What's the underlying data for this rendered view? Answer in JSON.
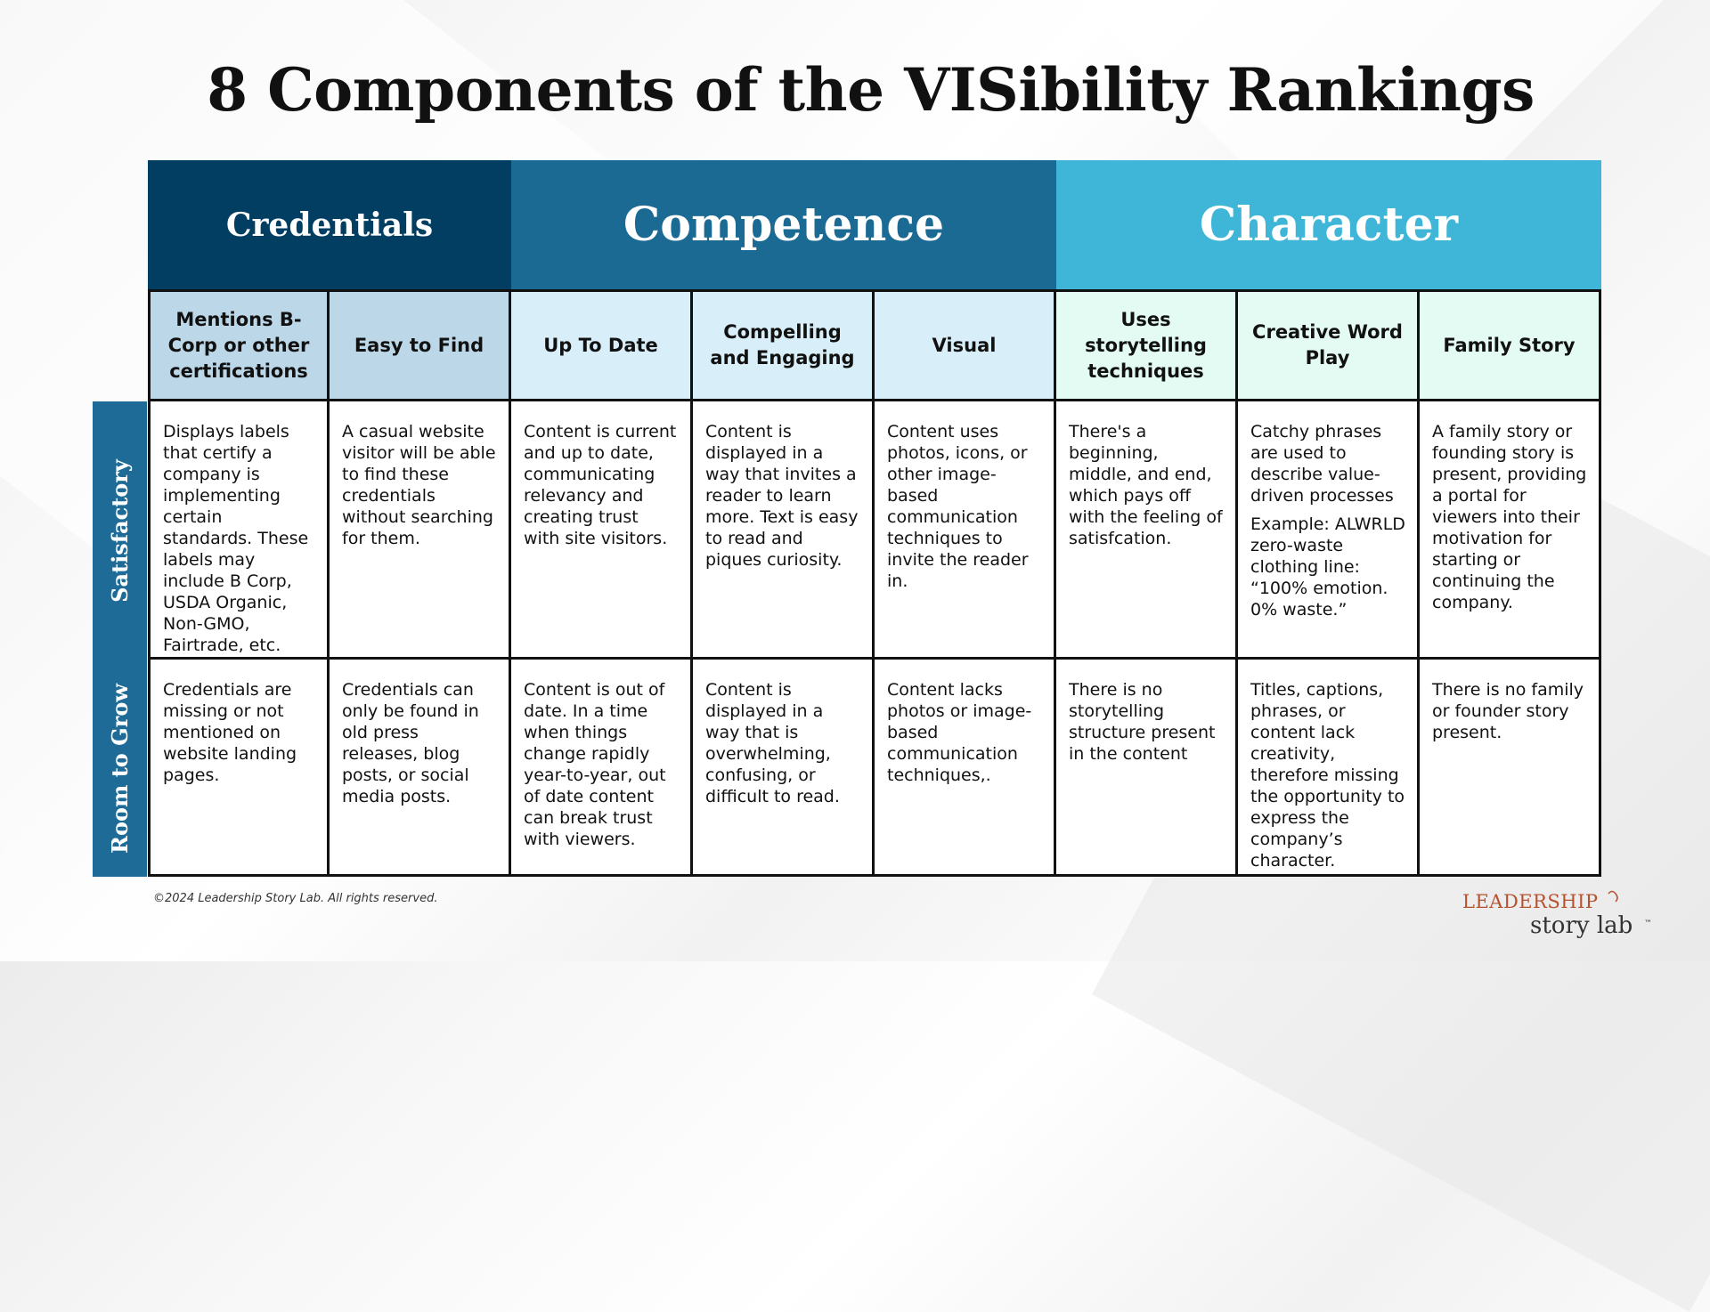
{
  "title": "8 Components of the VISibility Rankings",
  "groups": {
    "credentials": "Credentials",
    "competence": "Competence",
    "character": "Character"
  },
  "columns": [
    "Mentions B-Corp or other certifications",
    "Easy to Find",
    "Up To Date",
    "Compelling and Engaging",
    "Visual",
    "Uses storytelling techniques",
    "Creative Word Play",
    "Family Story"
  ],
  "row_labels": {
    "satisfactory": "Satisfactory",
    "room_to_grow": "Room to Grow"
  },
  "satisfactory": [
    "Displays labels that certify a company is implementing certain standards. These labels may include B Corp, USDA Organic, Non-GMO, Fairtrade, etc.",
    "A casual website visitor will be able to find these credentials without searching for them.",
    "Content is current and up to date, communicating relevancy and creating trust with site visitors.",
    "Content is displayed in a way that invites a reader to learn more. Text is easy to read and piques curiosity.",
    "Content uses photos, icons, or other image-based communication techniques to invite the reader in.",
    "There's a beginning, middle, and end, which pays off with the feeling of satisfcation.",
    "Catchy phrases are used to describe value-driven processes",
    "A family story or founding story is present, providing a portal for viewers into their motivation for starting or continuing the company."
  ],
  "satisfactory_example": "Example: ALWRLD zero-waste clothing line: “100% emotion. 0% waste.”",
  "room_to_grow": [
    "Credentials are missing or not mentioned on website landing pages.",
    "Credentials can only be found in old press releases, blog posts, or social media posts.",
    "Content is out of date. In a time when things change rapidly year-to-year, out of date content can break trust with viewers.",
    "Content is displayed in a way that is overwhelming, confusing, or difficult to read.",
    "Content lacks photos or image-based communication techniques,.",
    "There is no storytelling structure present in the content",
    "Titles, captions, phrases, or content lack creativity, therefore missing the opportunity to express the company’s character.",
    "There is no family or founder story present."
  ],
  "footer": {
    "copyright": "©2024 Leadership Story Lab. All rights reserved.",
    "logo_line1": "LEADERSHIP",
    "logo_line2": "story lab",
    "logo_tm": "™"
  },
  "colors": {
    "credentials_header": "#023e62",
    "competence_header": "#1a6a94",
    "character_header": "#3fb6d8",
    "credentials_sub": "#bcd8e8",
    "competence_sub": "#d8eef9",
    "character_sub": "#e3fbf3",
    "row_label": "#1d6b96",
    "logo": "#b5522f"
  }
}
